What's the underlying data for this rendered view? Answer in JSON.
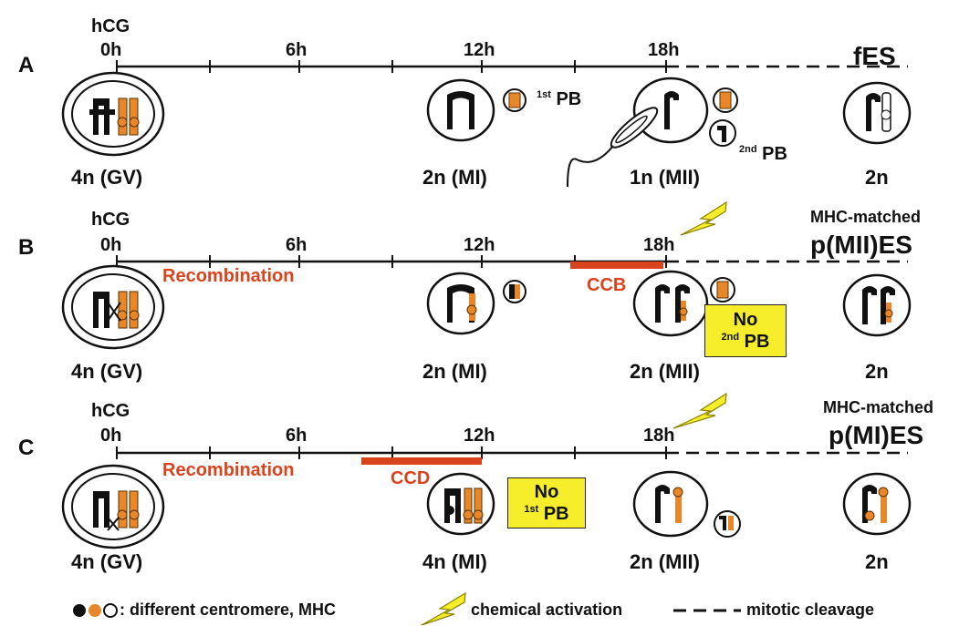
{
  "colors": {
    "orange": "#e8872a",
    "red": "#d9441f",
    "yellow": "#f6ee2b",
    "black": "#111111"
  },
  "panels": [
    {
      "letter": "A",
      "hcg": "hCG",
      "t0": "0h",
      "t6": "6h",
      "t12": "12h",
      "t18": "18h",
      "end": "fES",
      "pb1": "PB",
      "pb1_sup": "1st",
      "pb2": "PB",
      "pb2_sup": "2nd",
      "stages": [
        "4n (GV)",
        "2n (MI)",
        "1n (MII)",
        "2n"
      ]
    },
    {
      "letter": "B",
      "hcg": "hCG",
      "t0": "0h",
      "t6": "6h",
      "t12": "12h",
      "t18": "18h",
      "end_top": "MHC-matched",
      "end": "p(MII)ES",
      "recomb": "Recombination",
      "block": "CCB",
      "box_line1": "No",
      "box_sup": "2nd",
      "box_line2": "PB",
      "stages": [
        "4n (GV)",
        "2n (MI)",
        "2n (MII)",
        "2n"
      ]
    },
    {
      "letter": "C",
      "hcg": "hCG",
      "t0": "0h",
      "t6": "6h",
      "t12": "12h",
      "t18": "18h",
      "end_top": "MHC-matched",
      "end": "p(MI)ES",
      "recomb": "Recombination",
      "block": "CCD",
      "box_line1": "No",
      "box_sup": "1st",
      "box_line2": "PB",
      "stages": [
        "4n (GV)",
        "4n (MI)",
        "2n (MII)",
        "2n"
      ]
    }
  ],
  "legend": {
    "centromere": ": different centromere, MHC",
    "activation": "chemical activation",
    "cleavage": "mitotic cleavage"
  }
}
